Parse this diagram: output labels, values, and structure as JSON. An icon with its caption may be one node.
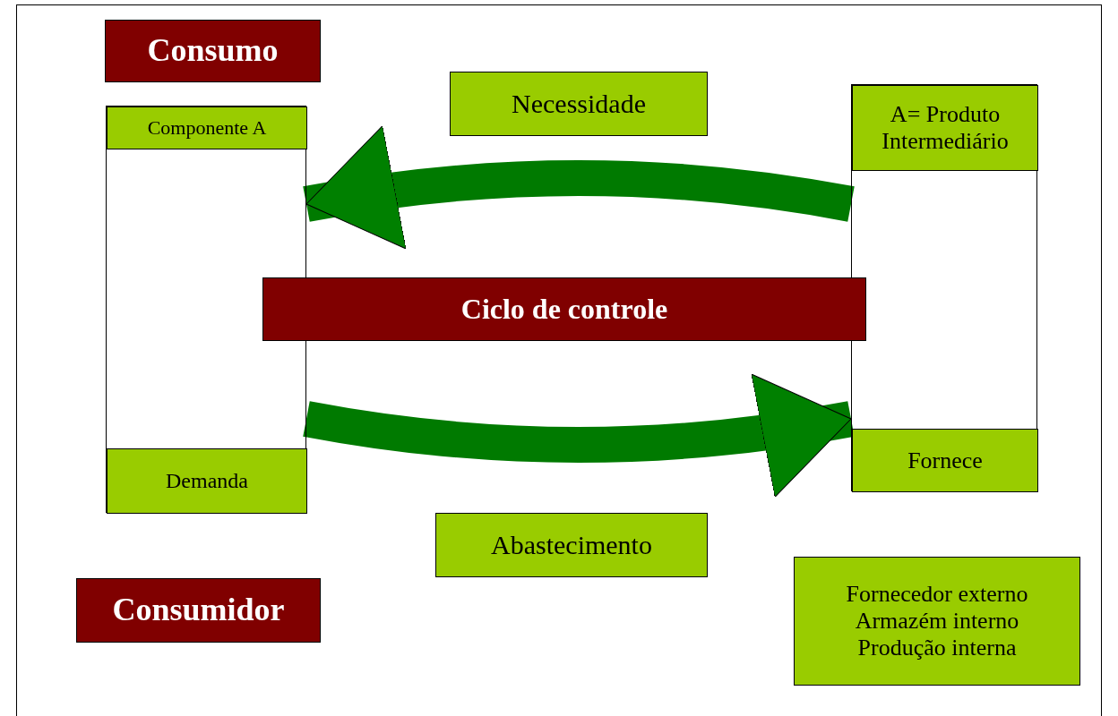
{
  "diagram": {
    "nodes": [
      {
        "text": [
          "Consumo"
        ]
      },
      {
        "text": [],
        "shape": "box"
      },
      {
        "text": [
          "Componente A"
        ],
        "in": 1
      },
      {
        "text": [
          "Demanda"
        ],
        "in": 1
      },
      {
        "text": [
          "Necessidade"
        ]
      },
      {
        "text": [],
        "shape": "box"
      },
      {
        "text": [
          "A= Produto",
          "Intermediário"
        ],
        "in": 5
      },
      {
        "text": [
          "Fornece"
        ],
        "in": 5
      },
      {
        "text": [
          "Ciclo de controle"
        ]
      },
      {
        "text": [
          "Abastecimento"
        ]
      },
      {
        "text": [
          "Consumidor"
        ]
      },
      {
        "text": [
          "Fornecedor externo",
          "Armazém interno",
          "Produção interna"
        ]
      }
    ],
    "edges": [
      {
        "from": 5,
        "to": 1,
        "arrow": "to"
      },
      {
        "from": 1,
        "to": 5,
        "arrow": "to"
      }
    ]
  }
}
